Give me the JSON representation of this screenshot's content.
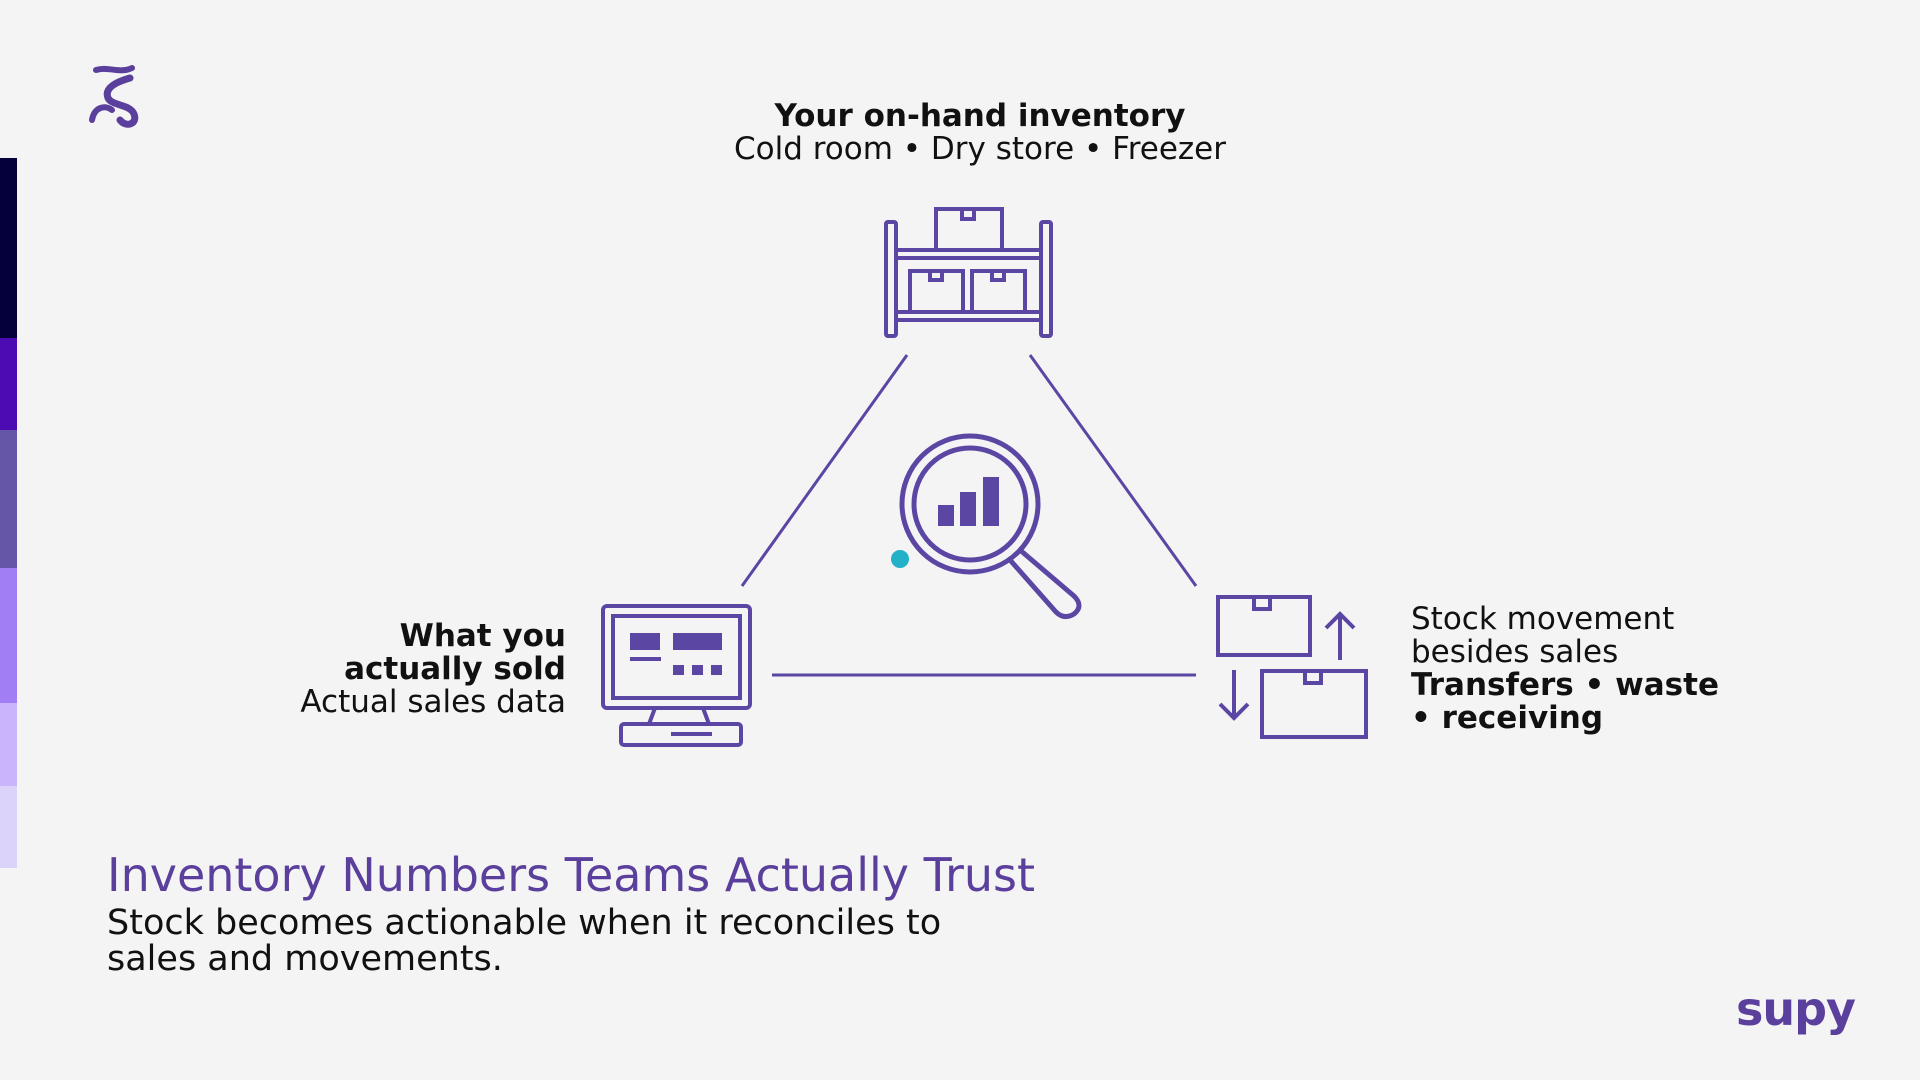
{
  "colors": {
    "accent": "#5a3f9c",
    "icon_stroke": "#5b47a3",
    "dot": "#22b1c8",
    "background": "#f4f4f4",
    "stripes": [
      "#05003b",
      "#4c0bb3",
      "#6556a8",
      "#a27ef5",
      "#c9b5fa",
      "#dcd3fb"
    ]
  },
  "diagram": {
    "top_node": {
      "title": "Your on-hand inventory",
      "detail": "Cold room • Dry store • Freezer",
      "icon": "warehouse-shelf-icon"
    },
    "left_node": {
      "title_line1": "What you",
      "title_line2": "actually sold",
      "detail": "Actual sales data",
      "icon": "pos-monitor-icon"
    },
    "right_node": {
      "line1": "Stock movement",
      "line2": "besides sales",
      "strong_line1": "Transfers • waste",
      "strong_line2": "•  receiving",
      "icon": "boxes-transfer-icon"
    },
    "center_icon": "magnifier-chart-icon"
  },
  "heading": {
    "title": "Inventory Numbers Teams Actually Trust",
    "subtitle_line1": "Stock becomes actionable when it reconciles to",
    "subtitle_line2": "sales and movements."
  },
  "brand": {
    "wordmark": "supy",
    "logo": "supy-s-logo-icon"
  }
}
